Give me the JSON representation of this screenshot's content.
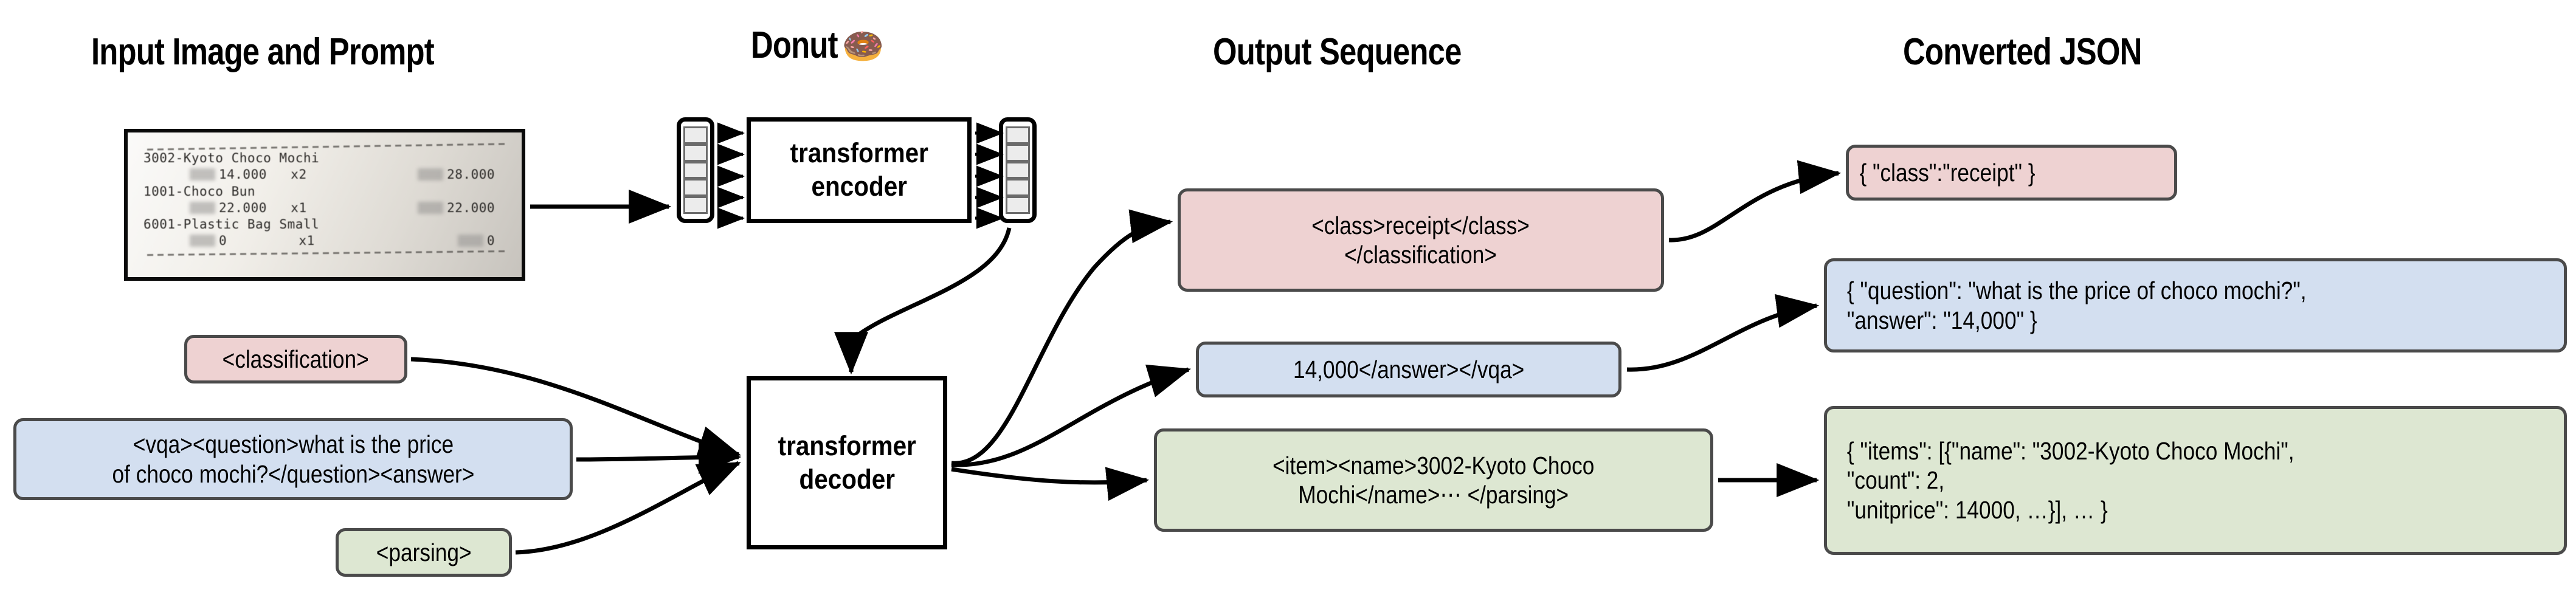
{
  "figure": {
    "columns": [
      {
        "id": "input",
        "title": "Input Image and Prompt"
      },
      {
        "id": "donut",
        "title": "Donut ",
        "emoji": "🍩"
      },
      {
        "id": "output",
        "title": "Output Sequence"
      },
      {
        "id": "json",
        "title": "Converted JSON"
      }
    ]
  },
  "receipt": {
    "lines": [
      {
        "name": "3002-Kyoto Choco Mochi",
        "price": "14.000",
        "qty": "x2",
        "total": "28.000"
      },
      {
        "name": "1001-Choco Bun",
        "price": "22.000",
        "qty": "x1",
        "total": "22.000"
      },
      {
        "name": "6001-Plastic Bag Small",
        "price": "0",
        "qty": "x1",
        "total": "0"
      }
    ],
    "l1_name": "3002-Kyoto Choco Mochi",
    "l1_price": "14.000",
    "l1_qty": "x2",
    "l1_total": "28.000",
    "l2_name": "1001-Choco Bun",
    "l2_price": "22.000",
    "l2_qty": "x1",
    "l2_total": "22.000",
    "l3_name": "6001-Plastic Bag Small",
    "l3_price": "0",
    "l3_qty": "x1",
    "l3_total": "0"
  },
  "prompts": {
    "classification": "<classification>",
    "vqa": "<vqa><question>what is the price\nof choco mochi?</question><answer>",
    "parsing": "<parsing>"
  },
  "model": {
    "encoder_label": "transformer\nencoder",
    "decoder_label": "transformer\ndecoder",
    "encoder_input_tokens": 5,
    "encoder_output_tokens": 5
  },
  "output_sequence": {
    "classification": "<class>receipt</class>\n</classification>",
    "vqa": "14,000</answer></vqa>",
    "parsing": "<item><name>3002-Kyoto Choco\nMochi</name>⋯ </parsing>"
  },
  "converted_json": {
    "classification": "{ \"class\":\"receipt\" }",
    "vqa": "{ \"question\": \"what is the price of choco mochi?\",\n  \"answer\": \"14,000\" }",
    "parsing": "{ \"items\": [{\"name\": \"3002-Kyoto Choco Mochi\",\n     \"count\": 2,\n     \"unitprice\": 14000, …}], … }"
  },
  "colors": {
    "classification_fill": "#eed2d2",
    "vqa_fill": "#d3dff0",
    "parsing_fill": "#dde7d2",
    "box_border": "#4a4a4a",
    "block_border": "#000000",
    "token_fill": "#ececec",
    "background": "#ffffff"
  }
}
